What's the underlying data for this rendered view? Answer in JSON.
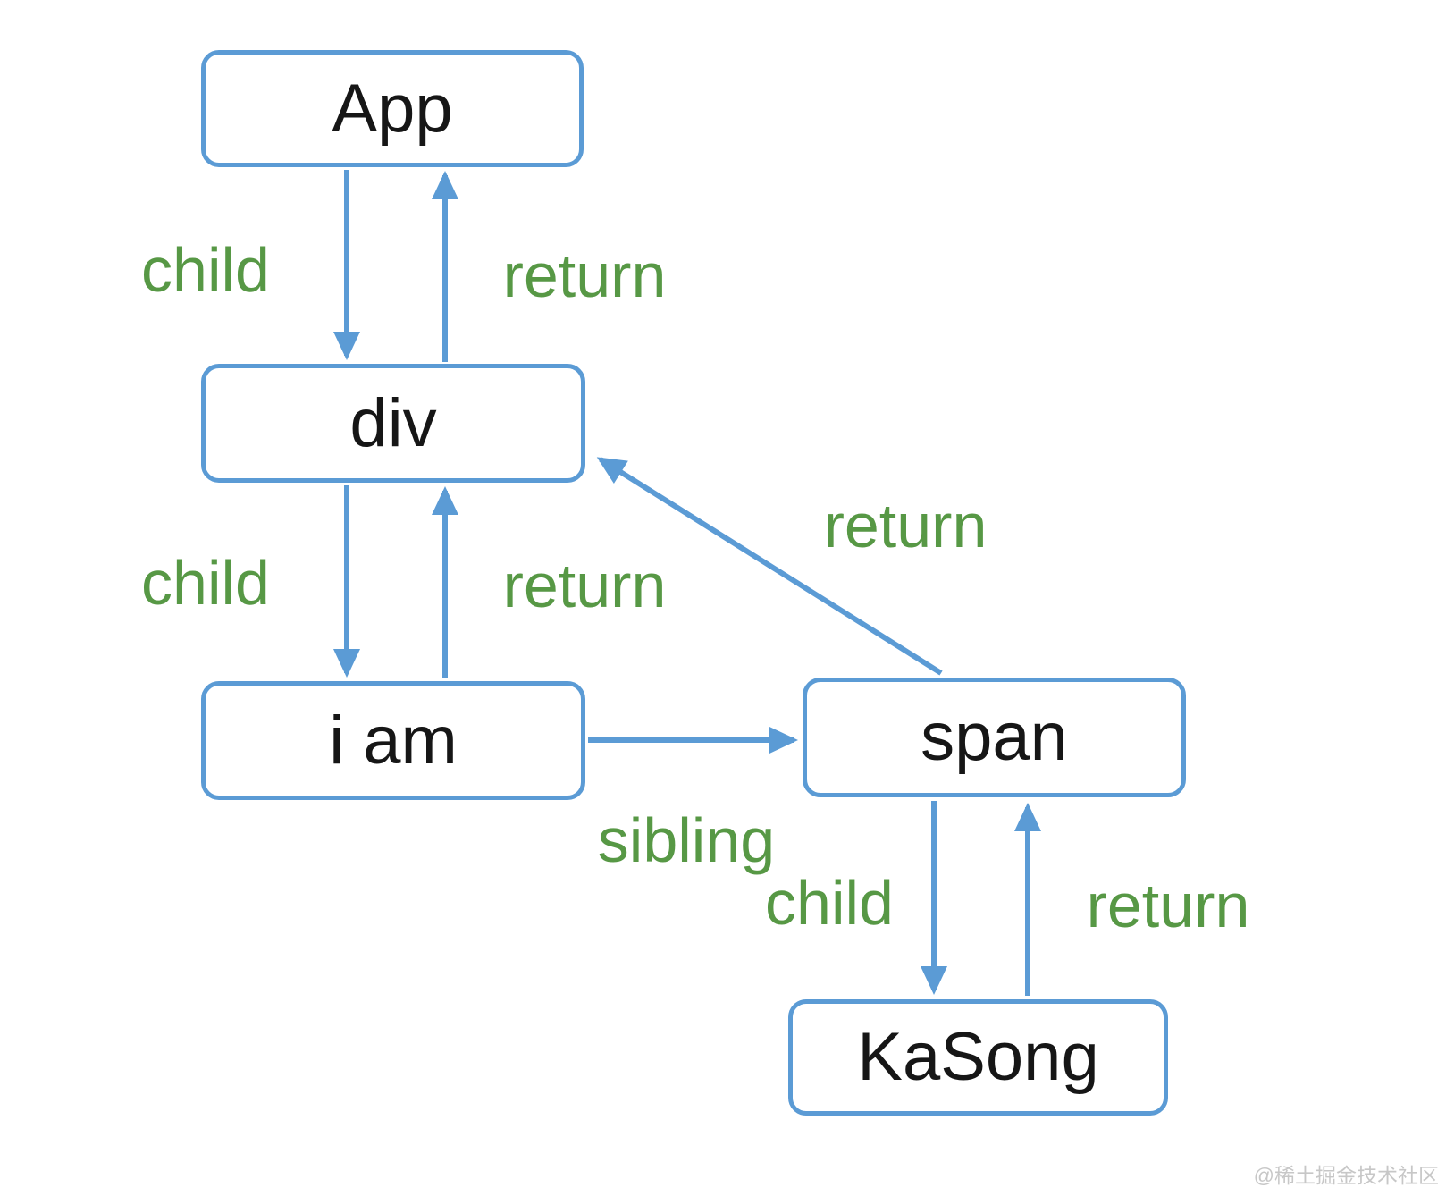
{
  "nodes": {
    "app": "App",
    "div": "div",
    "iam": "i am",
    "span": "span",
    "kasong": "KaSong"
  },
  "edge_labels": {
    "app_div_child": "child",
    "div_app_return": "return",
    "div_iam_child": "child",
    "iam_div_return": "return",
    "iam_span_sibling": "sibling",
    "span_div_return": "return",
    "span_kasong_child": "child",
    "kasong_span_return": "return"
  },
  "watermark": "@稀土掘金技术社区",
  "colors": {
    "node_border": "#5b9bd5",
    "arrow": "#5b9bd5",
    "edge_label_text": "#579845",
    "node_text": "#161616",
    "watermark_text": "#c7c7c7",
    "background": "#ffffff"
  }
}
